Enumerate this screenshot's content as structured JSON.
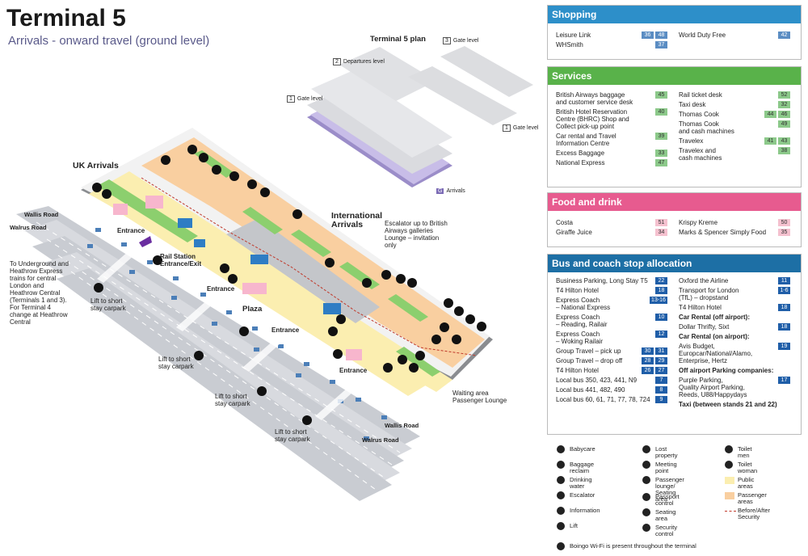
{
  "header": {
    "title": "Terminal 5",
    "subtitle": "Arrivals - onward travel (ground level)"
  },
  "plan": {
    "title": "Terminal 5 plan",
    "levels": [
      {
        "num": "3",
        "label": "Gate level"
      },
      {
        "num": "2",
        "label": "Departures level"
      },
      {
        "num": "1",
        "label": "Gate level"
      },
      {
        "num": "1",
        "label": "Gate level"
      },
      {
        "num": "G",
        "label": "Arrivals"
      }
    ]
  },
  "map_labels": {
    "uk_arrivals": "UK Arrivals",
    "international_arrivals": "International\nArrivals",
    "escalator_note": "Escalator up to British Airways galleries Lounge – invitation only",
    "underground_note": "To Underground and Heathrow Express trains for central London and Heathrow Central (Terminals 1 and 3). For Terminal 4 change at Heathrow Central",
    "rail_station": "Rail Station\nEntrance/Exit",
    "plaza": "Plaza",
    "entrances": [
      "Entrance",
      "Entrance",
      "Entrance",
      "Entrance"
    ],
    "lifts": [
      "Lift to short\nstay carpark",
      "Lift to short\nstay carpark",
      "Lift to short\nstay carpark",
      "Lift to short\nstay carpark"
    ],
    "waiting_area": "Waiting area\nPassenger Lounge",
    "roads": [
      "Wallis Road",
      "Walrus Road",
      "Wallis Road",
      "Walrus Road"
    ]
  },
  "shopping": {
    "title": "Shopping",
    "color": "#2d8fc9",
    "left": [
      {
        "name": "Leisure Link",
        "stops": [
          "36",
          "48"
        ]
      },
      {
        "name": "WHSmith",
        "stops": [
          "37"
        ]
      }
    ],
    "right": [
      {
        "name": "World Duty Free",
        "stops": [
          "42"
        ]
      }
    ]
  },
  "services": {
    "title": "Services",
    "color": "#59b24a",
    "left": [
      {
        "name": "British Airways baggage\nand customer service desk",
        "stops": [
          "45"
        ]
      },
      {
        "name": "British Hotel Reservation\nCentre (BHRC) Shop and\nCollect pick-up point",
        "stops": [
          "40"
        ]
      },
      {
        "name": "Car rental and Travel\nInformation Centre",
        "stops": [
          "39"
        ]
      },
      {
        "name": "Excess Baggage",
        "stops": [
          "33"
        ]
      },
      {
        "name": "National Express",
        "stops": [
          "47"
        ]
      }
    ],
    "right": [
      {
        "name": "Rail ticket desk",
        "stops": [
          "52"
        ]
      },
      {
        "name": "Taxi desk",
        "stops": [
          "32"
        ]
      },
      {
        "name": "Thomas Cook",
        "stops": [
          "44",
          "46"
        ]
      },
      {
        "name": "Thomas Cook\nand cash machines",
        "stops": [
          "49"
        ]
      },
      {
        "name": "Travelex",
        "stops": [
          "41",
          "43"
        ]
      },
      {
        "name": "Travelex and\ncash machines",
        "stops": [
          "38"
        ]
      }
    ]
  },
  "food": {
    "title": "Food and drink",
    "color": "#e75b8f",
    "left": [
      {
        "name": "Costa",
        "stops": [
          "51"
        ]
      },
      {
        "name": "Giraffe Juice",
        "stops": [
          "34"
        ]
      }
    ],
    "right": [
      {
        "name": "Krispy Kreme",
        "stops": [
          "50"
        ]
      },
      {
        "name": "Marks & Spencer Simply Food",
        "stops": [
          "35"
        ]
      }
    ]
  },
  "bus": {
    "title": "Bus and coach stop allocation",
    "color": "#1d6fa5",
    "left": [
      {
        "name": "Business Parking, Long Stay T5",
        "stops": [
          "22"
        ]
      },
      {
        "name": "T4 Hilton Hotel",
        "stops": [
          "18"
        ]
      },
      {
        "name": "Express Coach\n– National Express",
        "stops": [
          "13-16"
        ]
      },
      {
        "name": "Express Coach\n– Reading, Railair",
        "stops": [
          "10"
        ]
      },
      {
        "name": "Express Coach\n– Woking Railair",
        "stops": [
          "12"
        ]
      },
      {
        "name": "Group Travel – pick up",
        "stops": [
          "30",
          "31"
        ]
      },
      {
        "name": "Group Travel – drop off",
        "stops": [
          "28",
          "29"
        ]
      },
      {
        "name": "T4 Hilton Hotel",
        "stops": [
          "26",
          "27"
        ]
      },
      {
        "name": "Local bus 350, 423, 441, N9",
        "stops": [
          "7"
        ]
      },
      {
        "name": "Local bus 441, 482, 490",
        "stops": [
          "8"
        ]
      },
      {
        "name": "Local bus 60, 61, 71, 77, 78, 724",
        "stops": [
          "9"
        ]
      }
    ],
    "right": [
      {
        "name": "Oxford the Airline",
        "stops": [
          "11"
        ]
      },
      {
        "name": "Transport for London\n(TfL) – dropstand",
        "stops": [
          "1-6"
        ]
      },
      {
        "name": "T4 Hilton Hotel",
        "stops": [
          "18"
        ]
      },
      {
        "name": "Car Rental (off airport):",
        "stops": [],
        "subhead": true
      },
      {
        "name": "Dollar Thrifty, Sixt",
        "stops": [
          "18"
        ]
      },
      {
        "name": "Car Rental (on airport):",
        "stops": [],
        "subhead": true
      },
      {
        "name": "Avis Budget,\nEuropcar/National/Alamo,\nEnterprise, Hertz",
        "stops": [
          "19"
        ]
      },
      {
        "name": "Off airport Parking companies:",
        "stops": [],
        "subhead": true
      },
      {
        "name": "Purple Parking,\nQuality Airport Parking,\nReeds, U88/Happydays",
        "stops": [
          "17"
        ]
      },
      {
        "name": "Taxi (between stands 21 and 22)",
        "stops": [],
        "subhead": true
      }
    ]
  },
  "legend": {
    "items": [
      {
        "icon": "baby-icon",
        "label": "Babycare"
      },
      {
        "icon": "baggage-icon",
        "label": "Baggage reclaim"
      },
      {
        "icon": "water-icon",
        "label": "Drinking water"
      },
      {
        "icon": "escalator-icon",
        "label": "Escalator"
      },
      {
        "icon": "info-icon",
        "label": "Information"
      },
      {
        "icon": "lift-icon",
        "label": "Lift"
      },
      {
        "icon": "lost-property-icon",
        "label": "Lost property"
      },
      {
        "icon": "meeting-point-icon",
        "label": "Meeting point"
      },
      {
        "icon": "lounge-icon",
        "label": "Passenger lounge/\nSeating area"
      },
      {
        "icon": "passport-icon",
        "label": "Passport control"
      },
      {
        "icon": "seat-icon",
        "label": "Seating area"
      },
      {
        "icon": "security-icon",
        "label": "Security control"
      },
      {
        "icon": "toilet-men-icon",
        "label": "Toilet men"
      },
      {
        "icon": "toilet-women-icon",
        "label": "Toilet woman"
      },
      {
        "icon": "public-swatch",
        "label": "Public areas",
        "color": "#fbeeb0"
      },
      {
        "icon": "passenger-swatch",
        "label": "Passenger areas",
        "color": "#f9cfa0"
      },
      {
        "icon": "security-line",
        "label": "Before/After Security",
        "color": "#c0392b"
      }
    ],
    "wifi": "Boingo Wi-Fi is present throughout the terminal"
  }
}
